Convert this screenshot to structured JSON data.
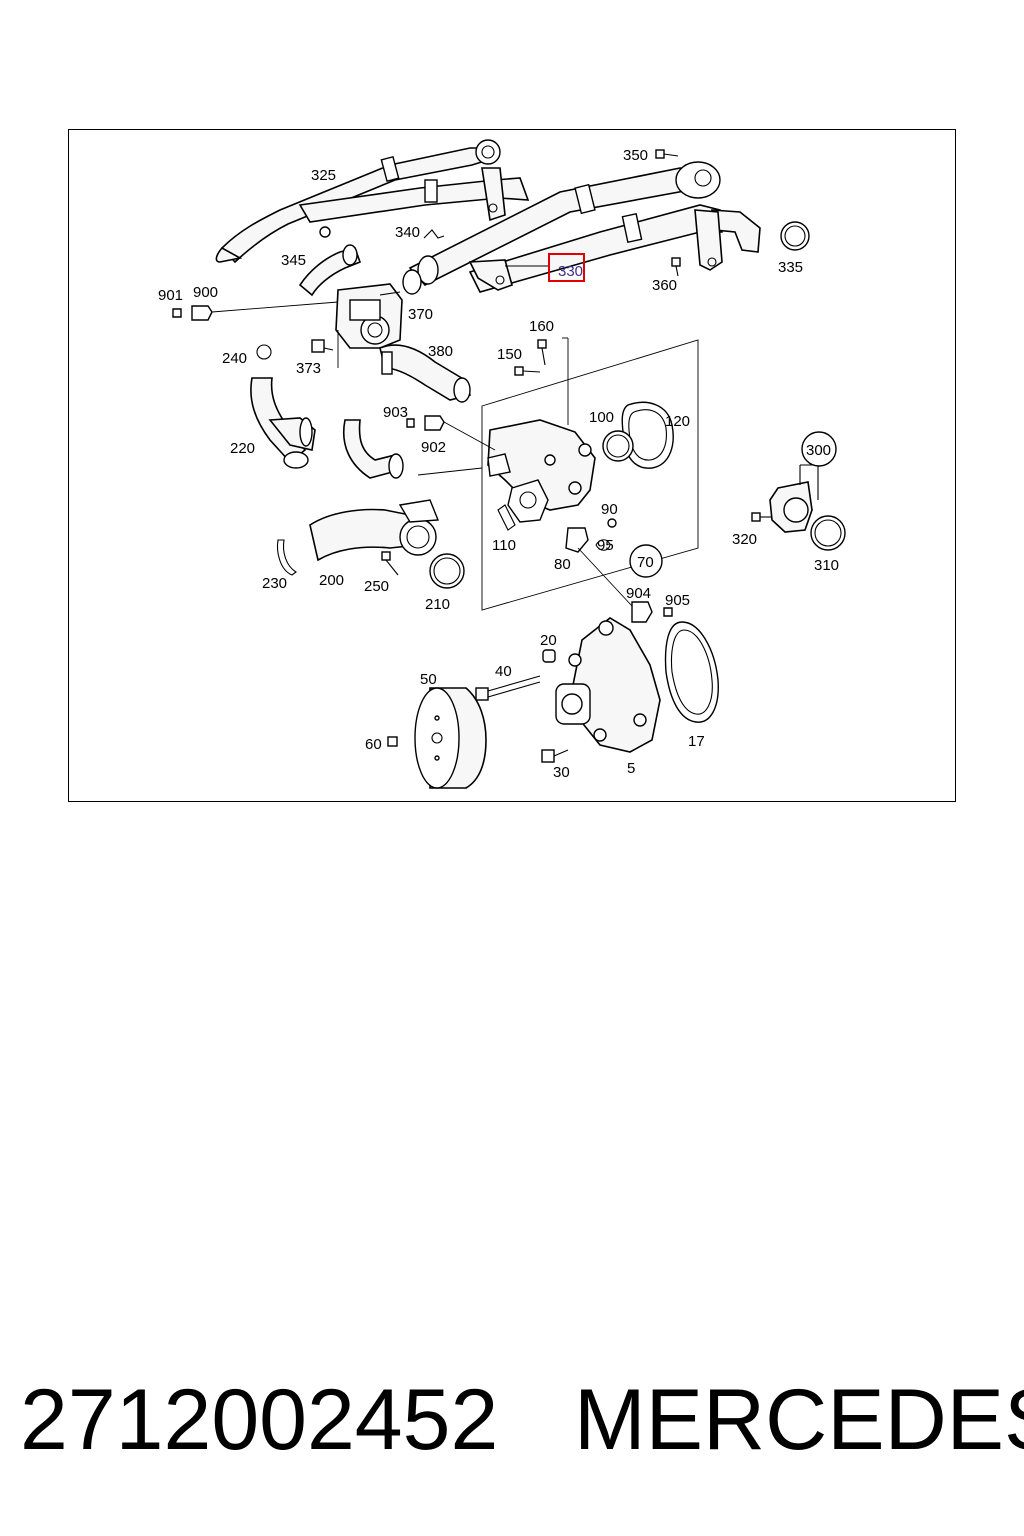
{
  "diagram": {
    "highlight_color": "#e00000",
    "highlighted_label": "330",
    "labels": [
      "325",
      "350",
      "335",
      "340",
      "345",
      "330",
      "360",
      "901",
      "900",
      "370",
      "373",
      "240",
      "380",
      "160",
      "150",
      "903",
      "902",
      "100",
      "120",
      "220",
      "300",
      "110",
      "90",
      "95",
      "80",
      "70",
      "320",
      "310",
      "230",
      "200",
      "250",
      "210",
      "904",
      "905",
      "20",
      "40",
      "50",
      "60",
      "30",
      "5",
      "17"
    ]
  },
  "footer": {
    "part_number": "2712002452",
    "brand": "MERCEDES"
  }
}
